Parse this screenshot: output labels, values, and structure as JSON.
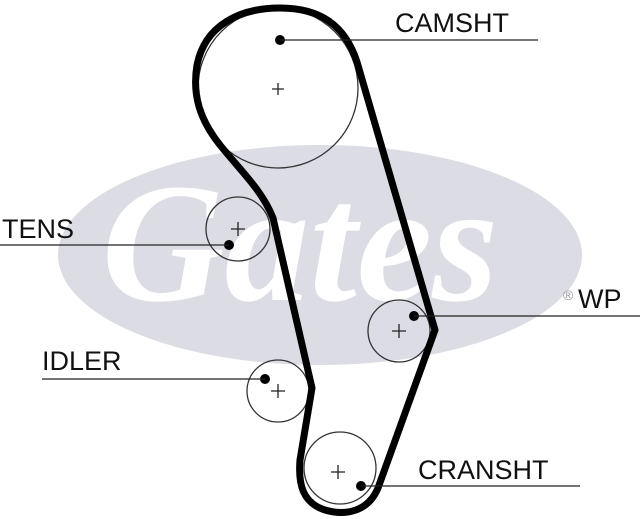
{
  "watermark": {
    "text": "Gates",
    "registered": "®",
    "color": "#dcdce4"
  },
  "labels": {
    "camshaft": "CAMSHT",
    "tensioner": "TENS",
    "water_pump": "WP",
    "idler": "IDLER",
    "crankshaft": "CRANSHT"
  },
  "colors": {
    "belt": "#000000",
    "pulley": "#333333"
  }
}
